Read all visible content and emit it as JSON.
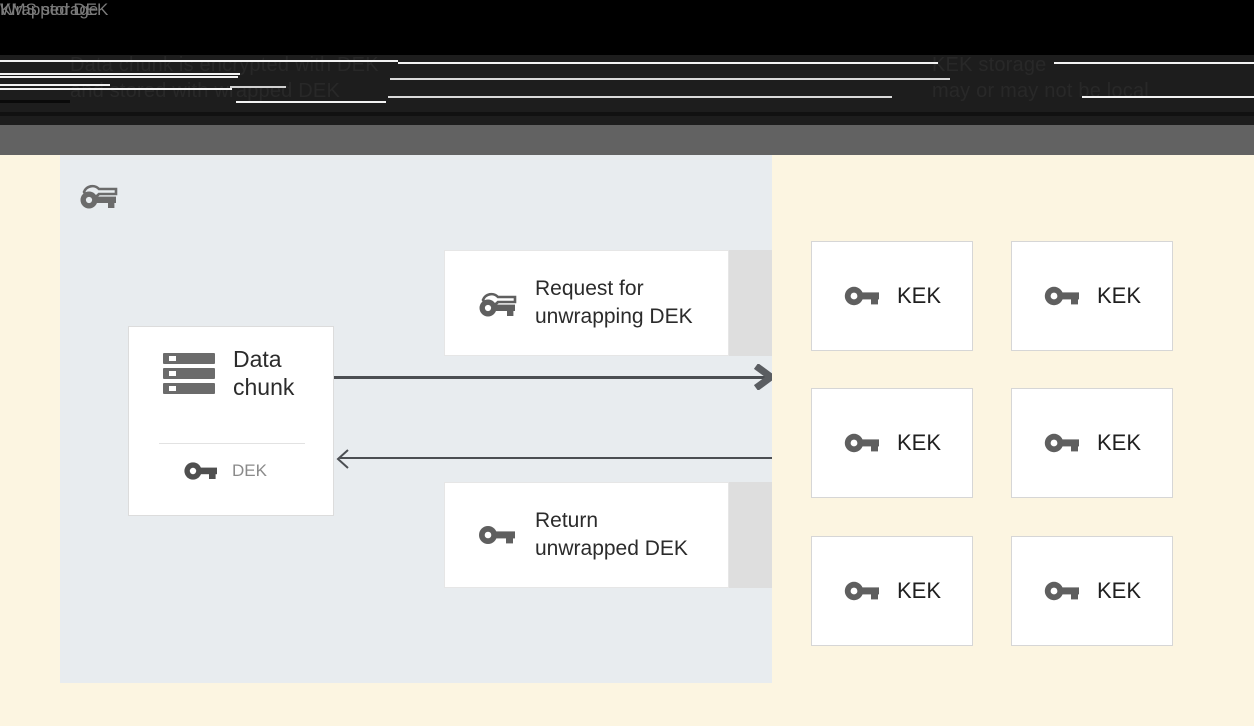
{
  "header": {
    "line1": "Data chunk is encrypted with DEK",
    "line2": "and stored with wrapped DEK",
    "right_line1": "KEK storage",
    "right_line2": "may or may not be local"
  },
  "left_panel": {
    "title": "Wrapped DEK",
    "title_icon": "key-wrapped-icon",
    "data_chunk": {
      "icon": "server-stack-icon",
      "label": "Data\nchunk",
      "key_icon": "key-icon",
      "key_label": "DEK"
    },
    "messages": [
      {
        "icon": "key-wrapped-icon",
        "label": "Request for\nunwrapping DEK"
      },
      {
        "icon": "key-icon",
        "label": "Return\nunwrapped DEK"
      }
    ],
    "arrows": [
      {
        "name": "request-arrow",
        "direction": "right"
      },
      {
        "name": "response-arrow",
        "direction": "left"
      }
    ]
  },
  "right_panel": {
    "title": "KMS storage",
    "kek_cards": [
      {
        "icon": "key-icon",
        "label": "KEK"
      },
      {
        "icon": "key-icon",
        "label": "KEK"
      },
      {
        "icon": "key-icon",
        "label": "KEK"
      },
      {
        "icon": "key-icon",
        "label": "KEK"
      },
      {
        "icon": "key-icon",
        "label": "KEK"
      },
      {
        "icon": "key-icon",
        "label": "KEK"
      }
    ]
  },
  "colors": {
    "background": "#fcf5e1",
    "left_panel": "#e8ecef",
    "chrome_grey": "#626262",
    "chrome_dark": "#1d1d1d",
    "icon_grey": "#5f5f5f",
    "text_dark": "#2b2b2b",
    "text_muted": "#7b7b7b"
  }
}
